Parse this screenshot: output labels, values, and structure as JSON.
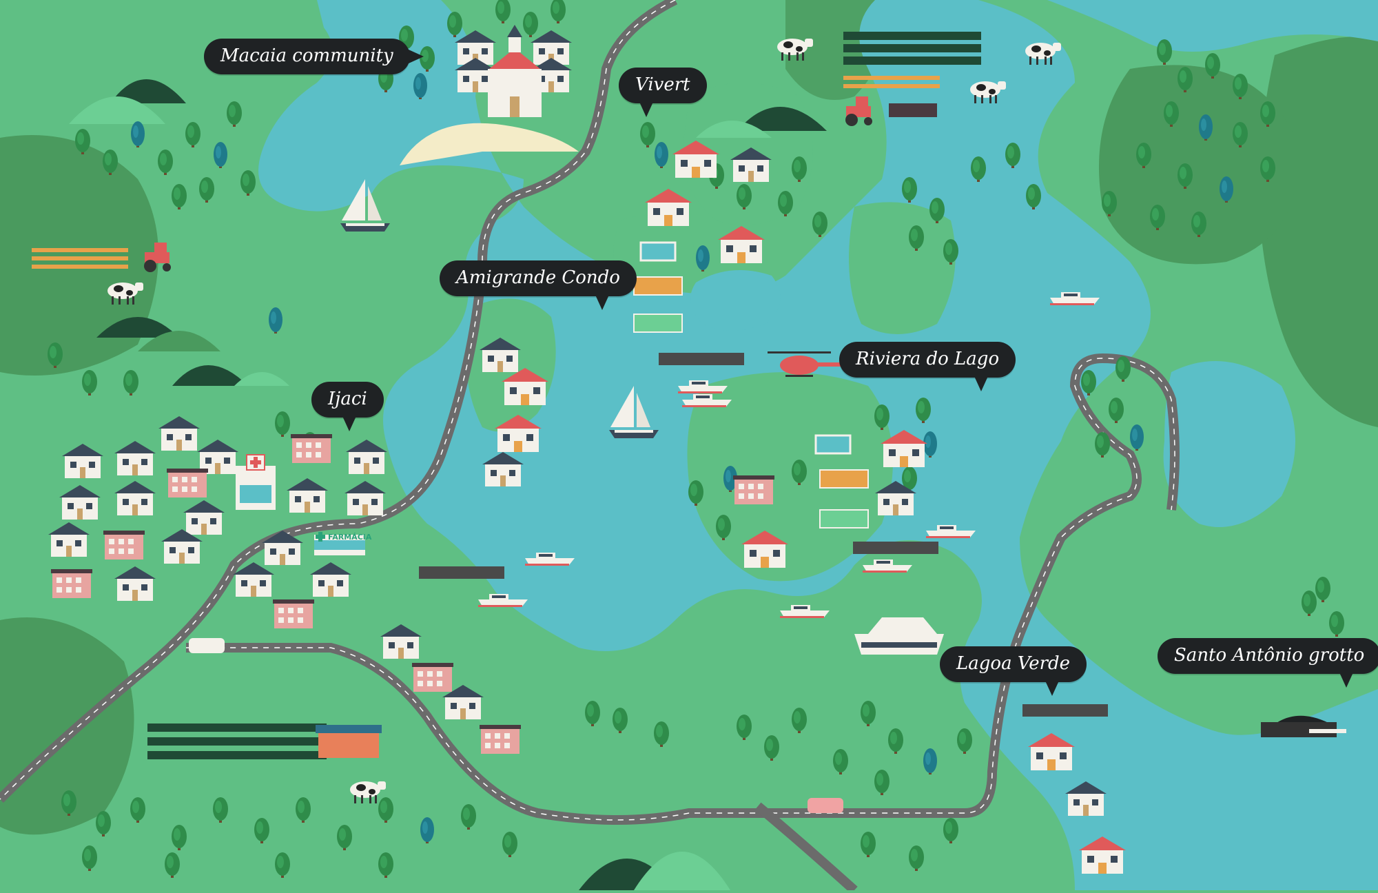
{
  "map": {
    "labels": [
      {
        "id": "macaia",
        "text": "Macaia community"
      },
      {
        "id": "vivert",
        "text": "Vivert"
      },
      {
        "id": "amigrande",
        "text": "Amigrande Condo"
      },
      {
        "id": "ijaci",
        "text": "Ijaci"
      },
      {
        "id": "riviera",
        "text": "Riviera do Lago"
      },
      {
        "id": "lagoa",
        "text": "Lagoa Verde"
      },
      {
        "id": "santo",
        "text": "Santo Antônio grotto"
      }
    ],
    "pharmacy_sign": "FARMÁCIA",
    "colors": {
      "water": "#5bbfc7",
      "land": "#5fbf84",
      "land_dark": "#4a9a5e",
      "road": "#6b6b6b",
      "callout": "#1f2224"
    }
  }
}
